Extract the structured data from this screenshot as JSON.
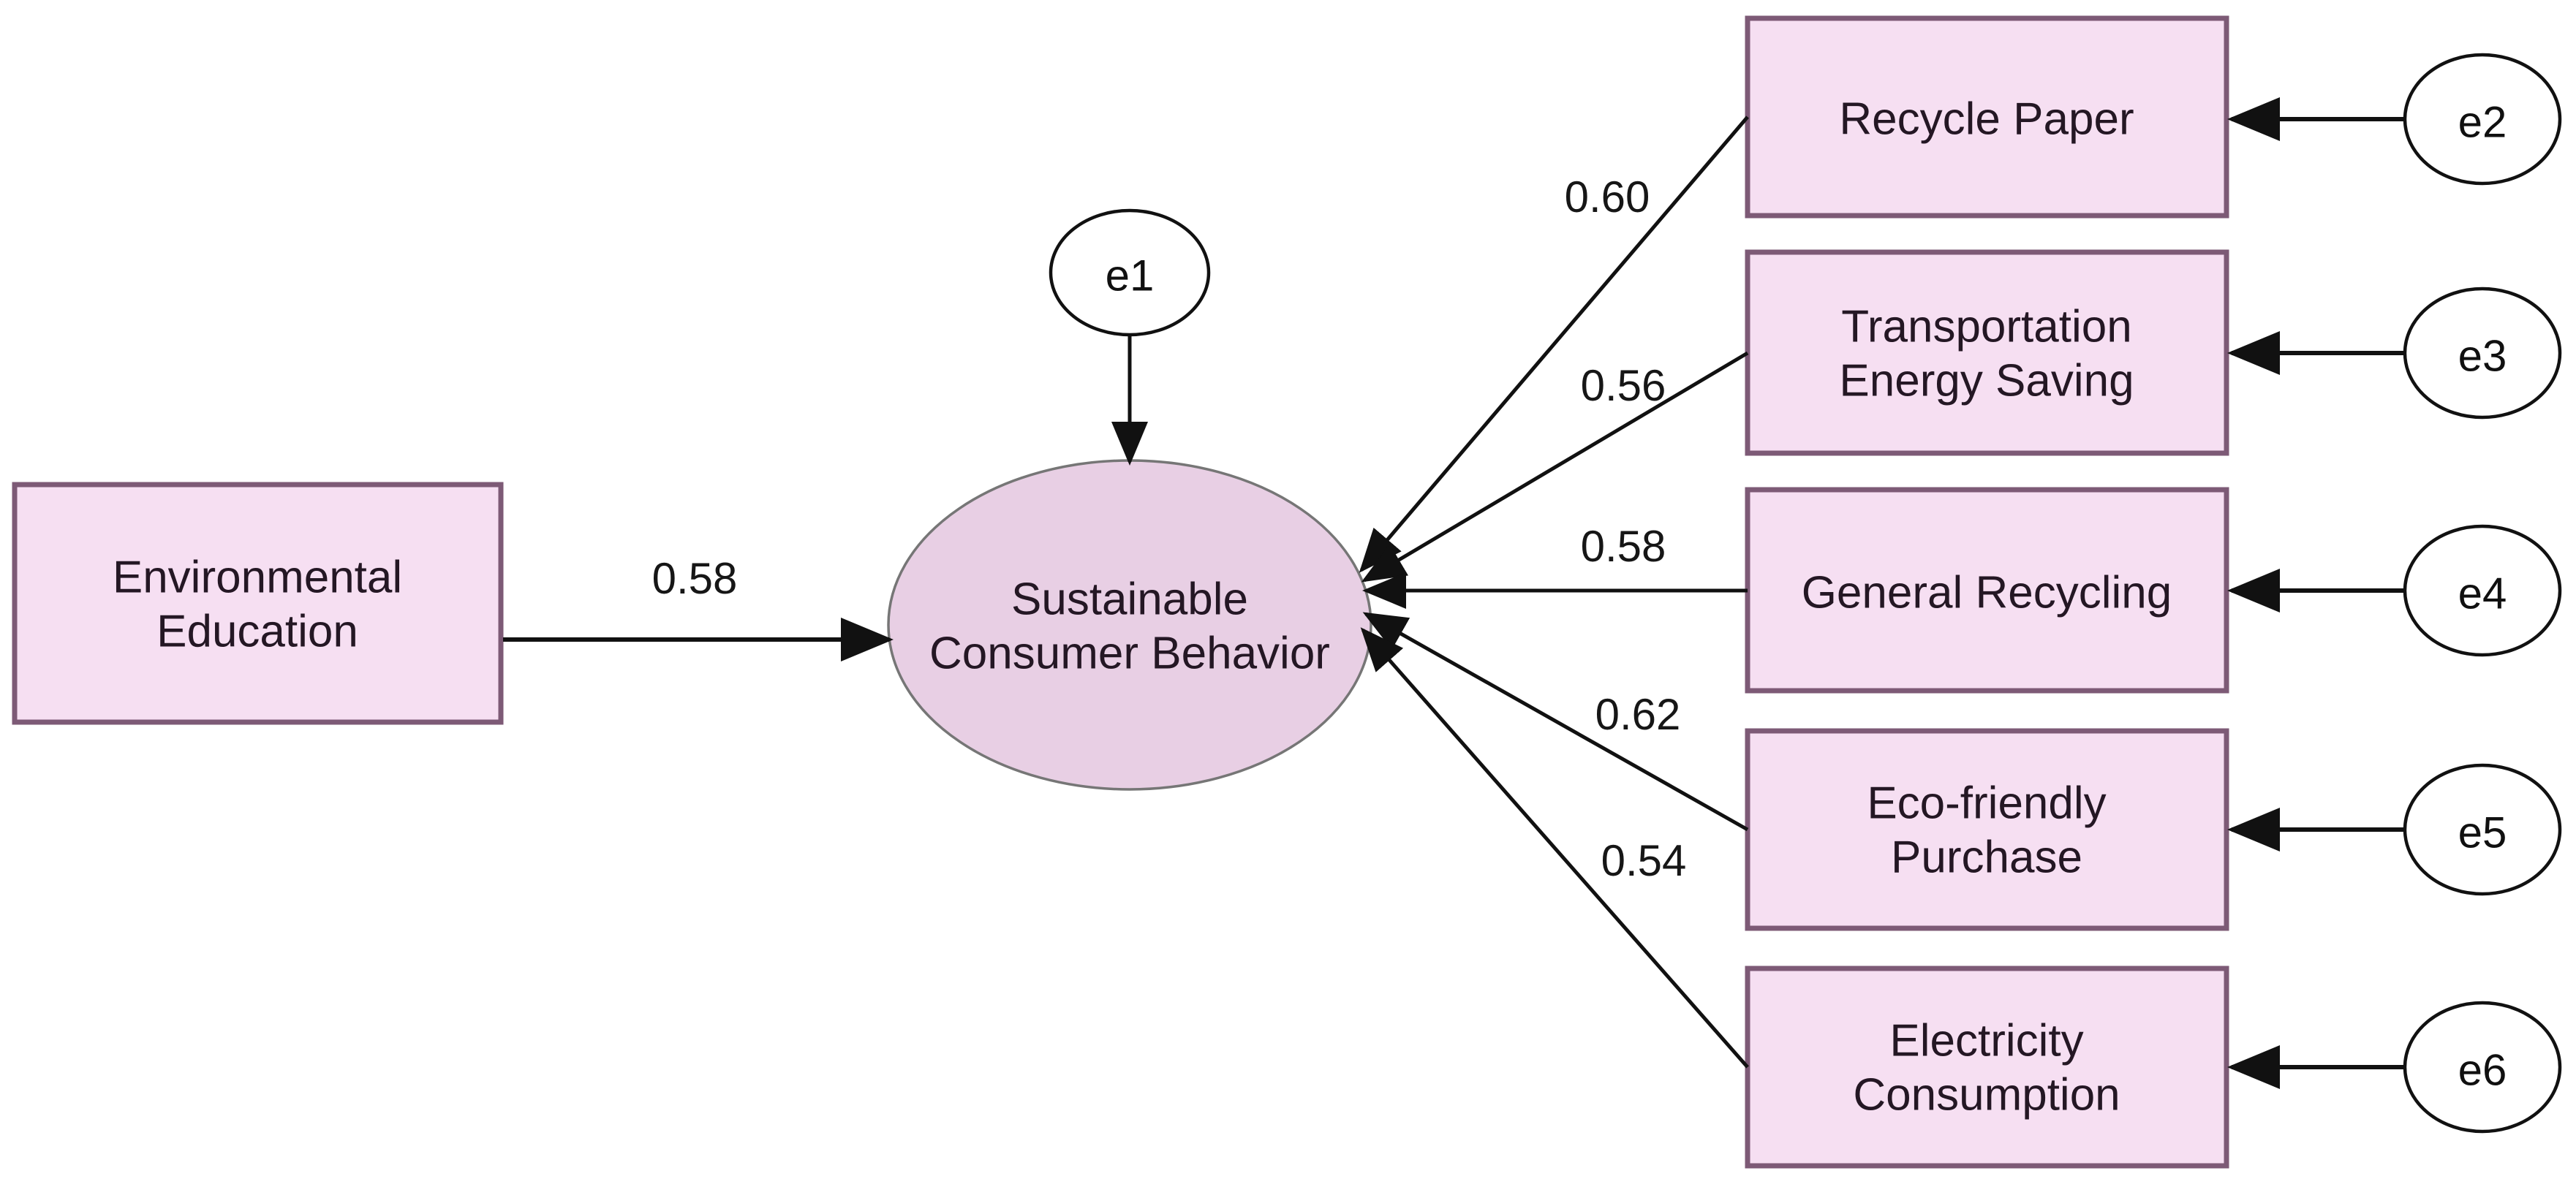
{
  "diagram": {
    "exogenous": {
      "label": [
        "Environmental",
        "Education"
      ]
    },
    "latent": {
      "label": [
        "Sustainable",
        "Consumer Behavior"
      ],
      "error": "e1"
    },
    "path_coefficient": "0.58",
    "indicators": [
      {
        "label": [
          "Recycle Paper"
        ],
        "loading": "0.60",
        "error": "e2"
      },
      {
        "label": [
          "Transportation",
          "Energy Saving"
        ],
        "loading": "0.56",
        "error": "e3"
      },
      {
        "label": [
          "General Recycling"
        ],
        "loading": "0.58",
        "error": "e4"
      },
      {
        "label": [
          "Eco-friendly",
          "Purchase"
        ],
        "loading": "0.62",
        "error": "e5"
      },
      {
        "label": [
          "Electricity",
          "Consumption"
        ],
        "loading": "0.54",
        "error": "e6"
      }
    ],
    "colors": {
      "box_fill": "#f6dff2",
      "box_border": "#7d5a76",
      "ellipse_fill": "#e8cfe4",
      "ellipse_border": "#767676",
      "error_fill": "#ffffff",
      "error_border": "#111111",
      "edge": "#111111",
      "text": "#241724"
    }
  }
}
